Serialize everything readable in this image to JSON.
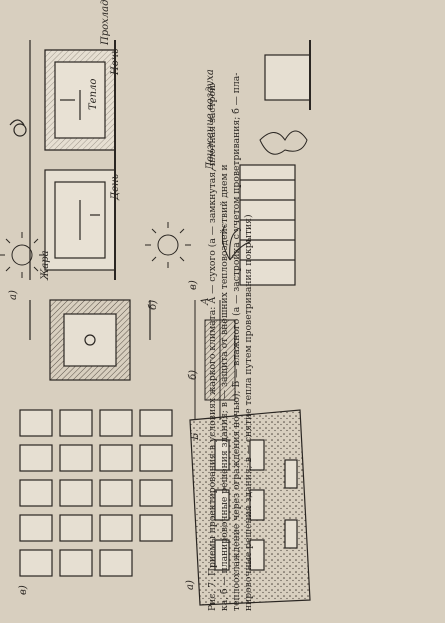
{
  "caption": {
    "line1": "Рис. 7. Приемы проектирования в условиях жаркого климата: А — сухого (а — замкнутая, плотная застрой-",
    "line2": "ка, б — планировочные решения здания; в — защита от внешних тепловоздействий днем и",
    "line3": "теплоохлаждение через ограждения ночью); Б — влажного (а — застройка с учетом проветривания; б — пла-",
    "line4": "нировочные решения здания; в — снятие тепла путем проветривания покрытия)"
  },
  "labels": {
    "noch": "Ночь",
    "den": "День",
    "zhara": "Жара",
    "teplo": "Тепло",
    "prohlada": "Прохлада",
    "dvizhenie": "Движение воздуха",
    "A": "А",
    "B": "Б",
    "a1": "а)",
    "b1": "б)",
    "v1": "в)",
    "a2": "а)",
    "b2": "б)",
    "v2": "в)"
  },
  "colors": {
    "paper": "#d8cfbf",
    "ink": "#2a2622",
    "hatch": "#5a5148"
  }
}
